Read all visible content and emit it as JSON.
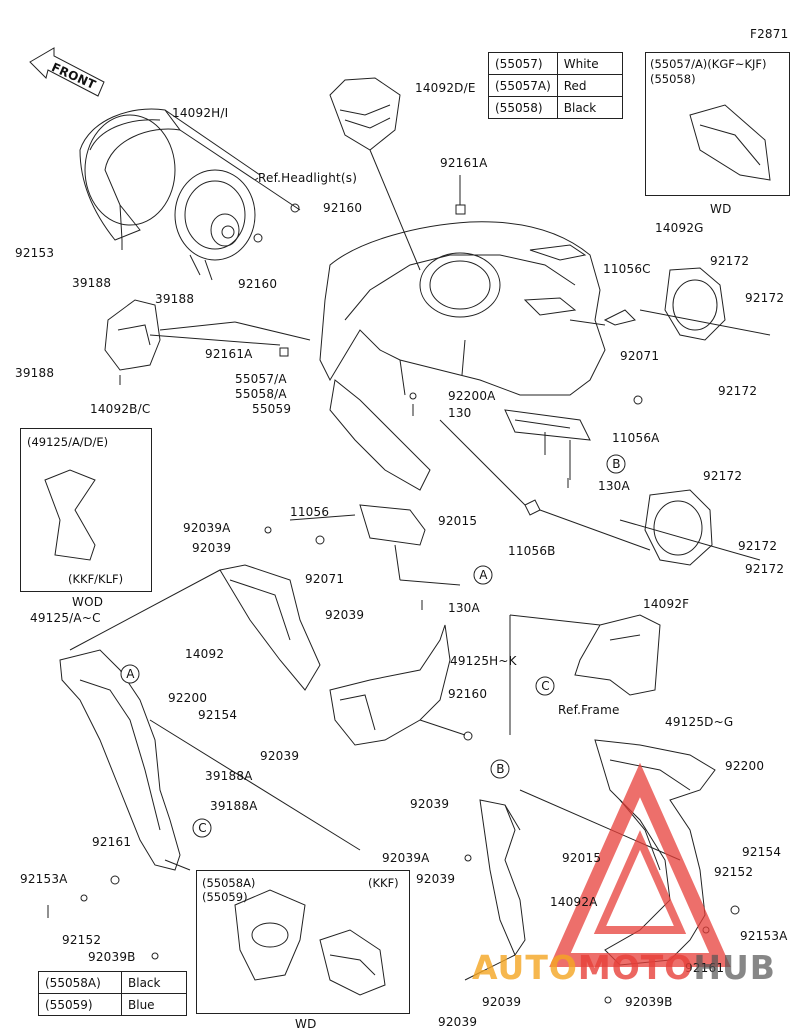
{
  "figure_code": "F2871",
  "front_label": "FRONT",
  "color_table_top": [
    {
      "part": "(55057)",
      "color": "White"
    },
    {
      "part": "(55057A)",
      "color": "Red"
    },
    {
      "part": "(55058)",
      "color": "Black"
    }
  ],
  "color_table_bottom": [
    {
      "part": "(55058A)",
      "color": "Black"
    },
    {
      "part": "(55059)",
      "color": "Blue"
    }
  ],
  "inset_top_right": {
    "line1": "(55057/A)(KGF~KJF)",
    "line2": "(55058)",
    "caption": "WD"
  },
  "inset_left": {
    "line1": "(49125/A/D/E)",
    "line2": "(KKF/KLF)",
    "caption": "WOD"
  },
  "inset_bottom": {
    "line1": "(55058A)",
    "line2": "(55059)",
    "tag": "(KKF)",
    "caption": "WD"
  },
  "labels": {
    "p14092HI": "14092H/I",
    "p14092DE": "14092D/E",
    "ref_headlight": "Ref.Headlight(s)",
    "p92160a": "92160",
    "p92160b": "92160",
    "p92153": "92153",
    "p92161A_top": "92161A",
    "p39188a": "39188",
    "p39188b": "39188",
    "p39188c": "39188",
    "p92161A_mid": "92161A",
    "p14092BC": "14092B/C",
    "p55057A": "55057/A",
    "p55058A": "55058/A",
    "p55059": "55059",
    "p14092G": "14092G",
    "p92172a": "92172",
    "p92172b": "92172",
    "p92172c": "92172",
    "p11056C": "11056C",
    "p92071a": "92071",
    "p92200A": "92200A",
    "p130": "130",
    "p11056A": "11056A",
    "pB1": "B",
    "p130A_a": "130A",
    "p92172d": "92172",
    "p92172e": "92172",
    "p92172f": "92172",
    "p14092F": "14092F",
    "p11056": "11056",
    "p92015a": "92015",
    "p11056B": "11056B",
    "p92039A_a": "92039A",
    "p92039a": "92039",
    "p92071b": "92071",
    "pA1": "A",
    "p130A_b": "130A",
    "p49125AC": "49125/A~C",
    "p92039b": "92039",
    "p14092": "14092",
    "p49125HK": "49125H~K",
    "pA2": "A",
    "p92200a": "92200",
    "p92154a": "92154",
    "p92039c": "92039",
    "p92160c": "92160",
    "pC1": "C",
    "ref_frame": "Ref.Frame",
    "p49125DG": "49125D~G",
    "p39188Aa": "39188A",
    "p39188Ab": "39188A",
    "pB2": "B",
    "p92200b": "92200",
    "p92161": "92161",
    "pC2": "C",
    "p92039d": "92039",
    "p92015b": "92015",
    "p92154b": "92154",
    "p92153A_a": "92153A",
    "p92039A_b": "92039A",
    "p92152a": "92152",
    "p92039e": "92039",
    "p92152b": "92152",
    "p14092A": "14092A",
    "p92153A_b": "92153A",
    "p92039B_a": "92039B",
    "p92161b": "92161",
    "p92039f": "92039",
    "p92039B_b": "92039B",
    "p92039g": "92039"
  },
  "watermark": {
    "part1": "AUTO",
    "part2": "MOTO",
    "part3": "HUB"
  },
  "colors": {
    "watermark_orange": "#f5a623",
    "watermark_red": "#e8403a",
    "line": "#222222"
  }
}
